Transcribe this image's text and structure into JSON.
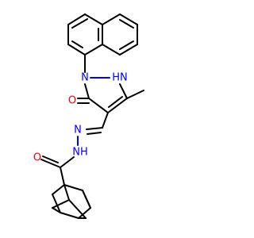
{
  "colors": {
    "background": "#ffffff",
    "bond": "#000000",
    "nitrogen": "#0000ff",
    "oxygen": "#ff0000"
  },
  "labels": {
    "n1": "N",
    "nh_pyrazole": "HN",
    "o_ring": "O",
    "n_imine": "N",
    "nh_hydrazide": "NH",
    "o_carbonyl": "O"
  }
}
